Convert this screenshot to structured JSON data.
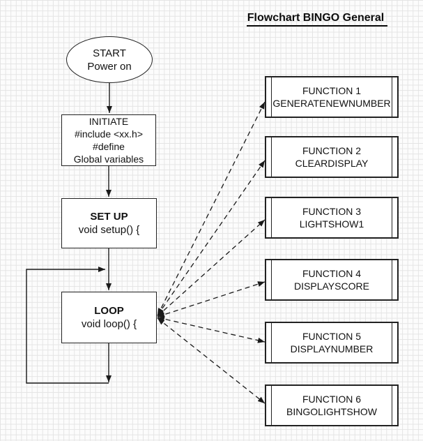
{
  "title": "Flowchart BINGO General",
  "colors": {
    "ink": "#1a1a1a",
    "shape_fill": "#ffffff",
    "grid_line": "#e4e4e4",
    "background": "#fcfcfc"
  },
  "flowchart": {
    "start": {
      "line1": "START",
      "line2": "Power on"
    },
    "initiate": {
      "lines": [
        "INITIATE",
        "#include <xx.h>",
        "#define",
        "Global variables"
      ]
    },
    "setup": {
      "title": "SET UP",
      "subtitle": "void setup() {"
    },
    "loop": {
      "title": "LOOP",
      "subtitle": "void loop() {"
    }
  },
  "functions": [
    {
      "line1": "FUNCTION 1",
      "line2": "GENERATENEWNUMBER"
    },
    {
      "line1": "FUNCTION 2",
      "line2": "CLEARDISPLAY"
    },
    {
      "line1": "FUNCTION 3",
      "line2": "LIGHTSHOW1"
    },
    {
      "line1": "FUNCTION 4",
      "line2": "DISPLAYSCORE"
    },
    {
      "line1": "FUNCTION 5",
      "line2": "DISPLAYNUMBER"
    },
    {
      "line1": "FUNCTION 6",
      "line2": "BINGOLIGHTSHOW"
    }
  ],
  "edges": {
    "main_flow": [
      "START -> INITIATE",
      "INITIATE -> SET UP",
      "SET UP -> LOOP",
      "LOOP -> back to LOOP (repeat)"
    ],
    "loop_call_style": "dashed double-headed arrows",
    "loop_calls": [
      "FUNCTION 1",
      "FUNCTION 2",
      "FUNCTION 3",
      "FUNCTION 4",
      "FUNCTION 5",
      "FUNCTION 6"
    ]
  }
}
